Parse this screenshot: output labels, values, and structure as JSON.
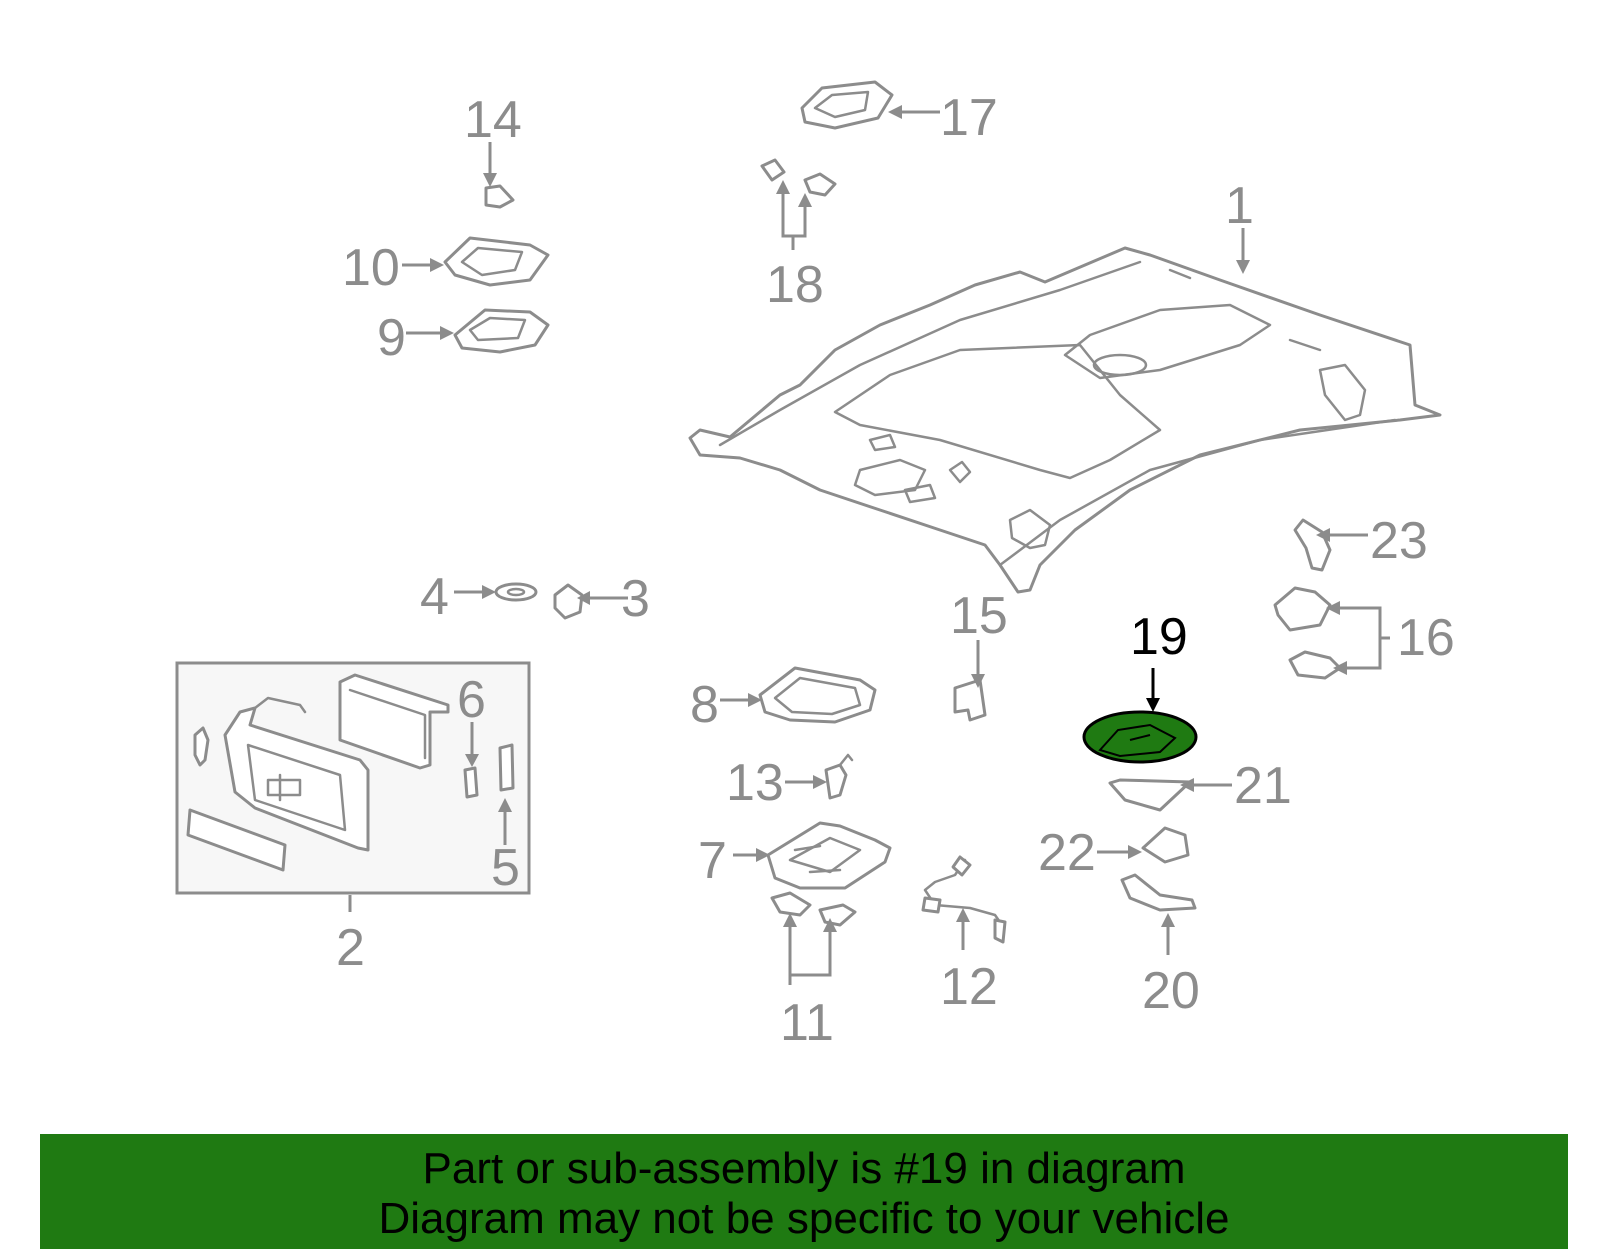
{
  "colors": {
    "line": "#8c8c8c",
    "highlight_fill": "#1f7a12",
    "highlight_text": "#000000",
    "banner": "#1f7a12"
  },
  "callouts": {
    "c1": "1",
    "c2": "2",
    "c3": "3",
    "c4": "4",
    "c5": "5",
    "c6": "6",
    "c7": "7",
    "c8": "8",
    "c9": "9",
    "c10": "10",
    "c11": "11",
    "c12": "12",
    "c13": "13",
    "c14": "14",
    "c15": "15",
    "c16": "16",
    "c17": "17",
    "c18": "18",
    "c19": "19",
    "c20": "20",
    "c21": "21",
    "c22": "22",
    "c23": "23"
  },
  "highlighted_part": "19",
  "footer": {
    "line1": "Part or sub-assembly is #19 in diagram",
    "line2": "Diagram may not be specific to your vehicle"
  }
}
